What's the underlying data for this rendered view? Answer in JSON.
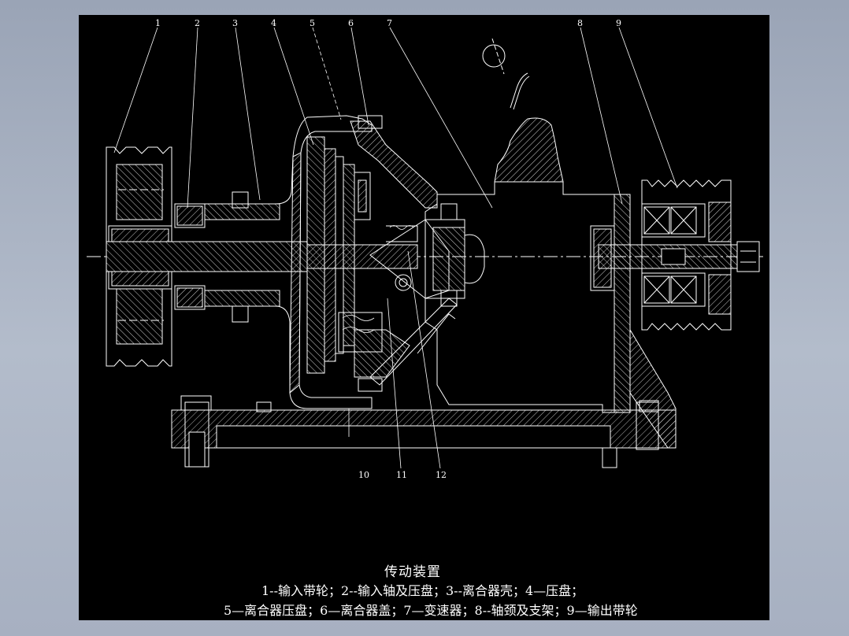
{
  "part_labels": {
    "top": [
      "1",
      "2",
      "3",
      "4",
      "5",
      "6",
      "7",
      "8",
      "9"
    ],
    "bottom": [
      "10",
      "11",
      "12"
    ]
  },
  "caption": {
    "title": "传动装置",
    "line1": "1--输入带轮；2--输入轴及压盘；3--离合器壳；4—压盘；",
    "line2": "5—离合器压盘；6—离合器盖；7—变速器；8--轴颈及支架；9—输出带轮"
  },
  "colors": {
    "background": "#000000",
    "lines": "#ffffff",
    "frame": "#a7b0c1"
  }
}
